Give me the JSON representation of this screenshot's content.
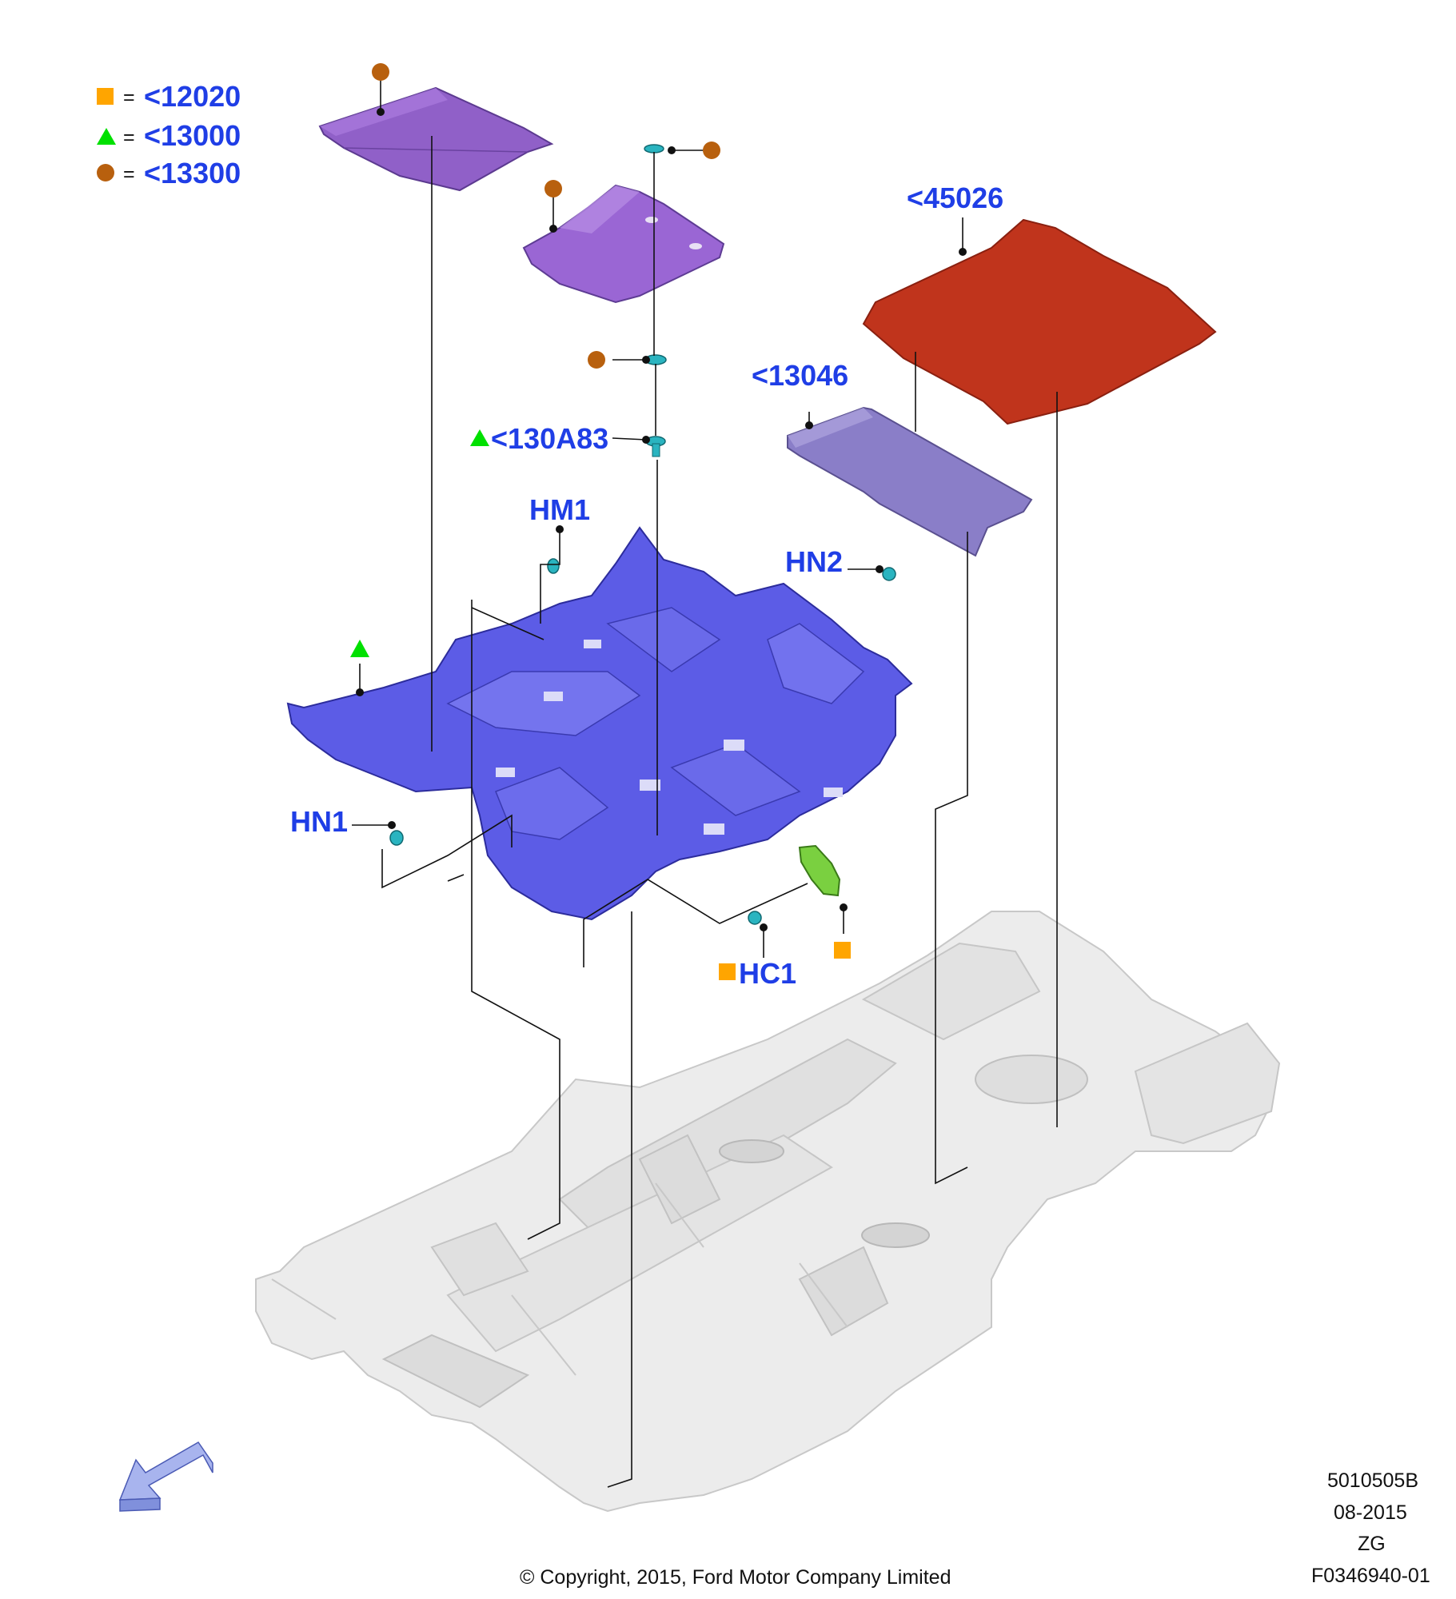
{
  "legend": {
    "square": {
      "symbol": "orange-square",
      "equals": "=",
      "text": "<12020",
      "color": "#ffa500"
    },
    "triangle": {
      "symbol": "green-triangle",
      "equals": "=",
      "text": "<13000",
      "color": "#00e000"
    },
    "circle": {
      "symbol": "brown-circle",
      "equals": "=",
      "text": "<13300",
      "color": "#b8600e"
    }
  },
  "callouts": {
    "rear_mat": "<45026",
    "cover_panel": "<13046",
    "fastener": "<130A83",
    "hm1": "HM1",
    "hn2": "HN2",
    "hn1": "HN1",
    "hc1": "HC1"
  },
  "parts": {
    "front_mat_left": {
      "icon": "floor-mat",
      "color": "#9060c8"
    },
    "front_mat_right": {
      "icon": "floor-mat",
      "color": "#9a66d4"
    },
    "rear_mat": {
      "icon": "floor-mat",
      "color": "#c0341c"
    },
    "cover_panel": {
      "icon": "panel",
      "color": "#8a7ec8"
    },
    "carpet": {
      "icon": "floor-carpet",
      "color": "#5858e6"
    },
    "bracket": {
      "icon": "bracket",
      "color": "#7ad040"
    },
    "body_floor": {
      "icon": "vehicle-floor-pan",
      "color": "#e6e6e6"
    },
    "clips": {
      "icon": "clip",
      "color": "#2ab4c0"
    }
  },
  "footer": {
    "copyright": "© Copyright, 2015, Ford Motor Company Limited",
    "code1": "5010505B",
    "date": "08-2015",
    "code2": "ZG",
    "figure": "F0346940-01"
  },
  "direction_arrow": {
    "icon": "front-direction-arrow",
    "color": "#a8b4ee"
  }
}
